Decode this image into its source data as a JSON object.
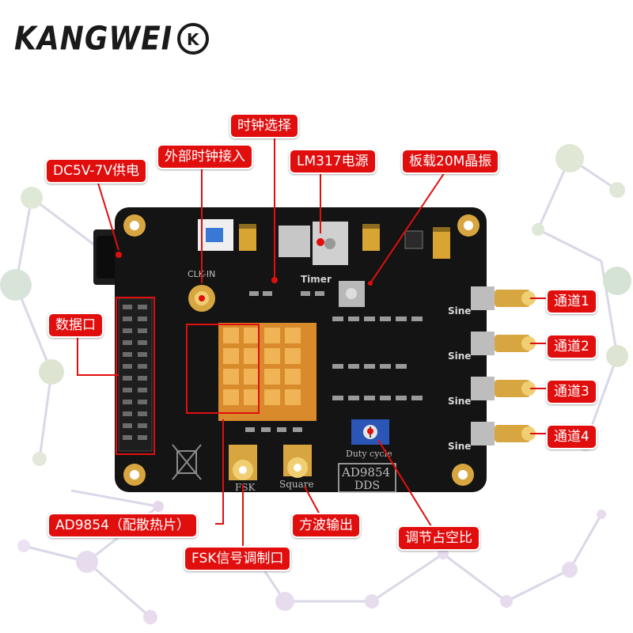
{
  "brand": {
    "logo_text": "KANGWEI",
    "logo_mark": "K"
  },
  "colors": {
    "callout_bg": "#e10e0e",
    "callout_text": "#ffffff",
    "pcb": "#141414",
    "gold": "#d8a640",
    "heatsink": "#d98a2a",
    "network_node": "#c9c9df"
  },
  "callouts": {
    "clock_select": "时钟选择",
    "ext_clock_in": "外部时钟接入",
    "dc_supply": "DC5V-7V供电",
    "lm317": "LM317电源",
    "onboard_xtal": "板载20M晶振",
    "data_port": "数据口",
    "ch1": "通道1",
    "ch2": "通道2",
    "ch3": "通道3",
    "ch4": "通道4",
    "ad9854": "AD9854（配散热片）",
    "square_out": "方波输出",
    "duty_adjust": "调节占空比",
    "fsk_port": "FSK信号调制口"
  },
  "board_silkscreen": {
    "clk_in": "CLK-IN",
    "timer": "Timer",
    "sine_1": "Sine",
    "sine_2": "Sine",
    "sine_3": "Sine",
    "sine_4": "Sine",
    "fsk": "FSK",
    "square": "Square",
    "duty_cycle": "Duty cycle",
    "chip_model": "AD9854",
    "chip_type": "DDS"
  }
}
